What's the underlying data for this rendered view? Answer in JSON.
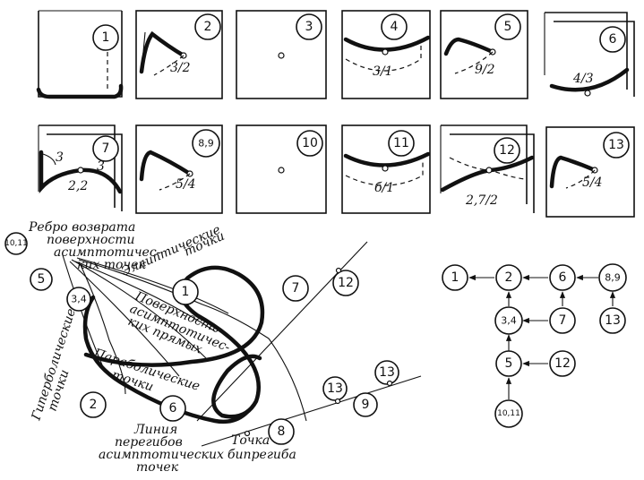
{
  "panels": [
    {
      "num": "1"
    },
    {
      "num": "2",
      "label": "3/2"
    },
    {
      "num": "3"
    },
    {
      "num": "4",
      "label": "3/1"
    },
    {
      "num": "5",
      "label": "9/2"
    },
    {
      "num": "6",
      "label": "4/3"
    },
    {
      "num": "7",
      "label": "2,2",
      "mark_a": "3",
      "mark_b": "3"
    },
    {
      "num": "8,9",
      "label": "5/4"
    },
    {
      "num": "10"
    },
    {
      "num": "11",
      "label": "б/1"
    },
    {
      "num": "12",
      "label": "2,7/2"
    },
    {
      "num": "13",
      "label": "5/4"
    }
  ],
  "map": {
    "regions": {
      "r1": "1",
      "r2": "2",
      "r5": "5",
      "r6": "6",
      "r7": "7",
      "r8": "8",
      "r9": "9",
      "r34": "3,4",
      "r1011": "10,11",
      "r12": "12",
      "r13a": "13",
      "r13b": "13"
    },
    "labels": {
      "cusp_edge_1": "Ребро возврата",
      "cusp_edge_2": "поверхности",
      "cusp_edge_3": "асимптотичес-",
      "cusp_edge_4": "ких точек",
      "elliptic_1": "Эллиптические",
      "elliptic_2": "точки",
      "surface_1": "Поверхность",
      "surface_2": "асимптотичес-",
      "surface_3": "ких прямых",
      "parabolic_1": "Параболические",
      "parabolic_2": "точки",
      "hyperbolic_1": "Гиперболические",
      "hyperbolic_2": "точки",
      "flex_line_1": "Линия",
      "flex_line_2": "перегибов",
      "flex_line_3": "асимптотических",
      "flex_line_4": "точек",
      "biflex_1": "Точка",
      "biflex_2": "бипрегиба"
    }
  },
  "graph": {
    "nodes": {
      "n1": "1",
      "n2": "2",
      "n6": "6",
      "n89": "8,9",
      "n34": "3,4",
      "n7": "7",
      "n13": "13",
      "n5": "5",
      "n12": "12",
      "n1011": "10,11"
    }
  }
}
